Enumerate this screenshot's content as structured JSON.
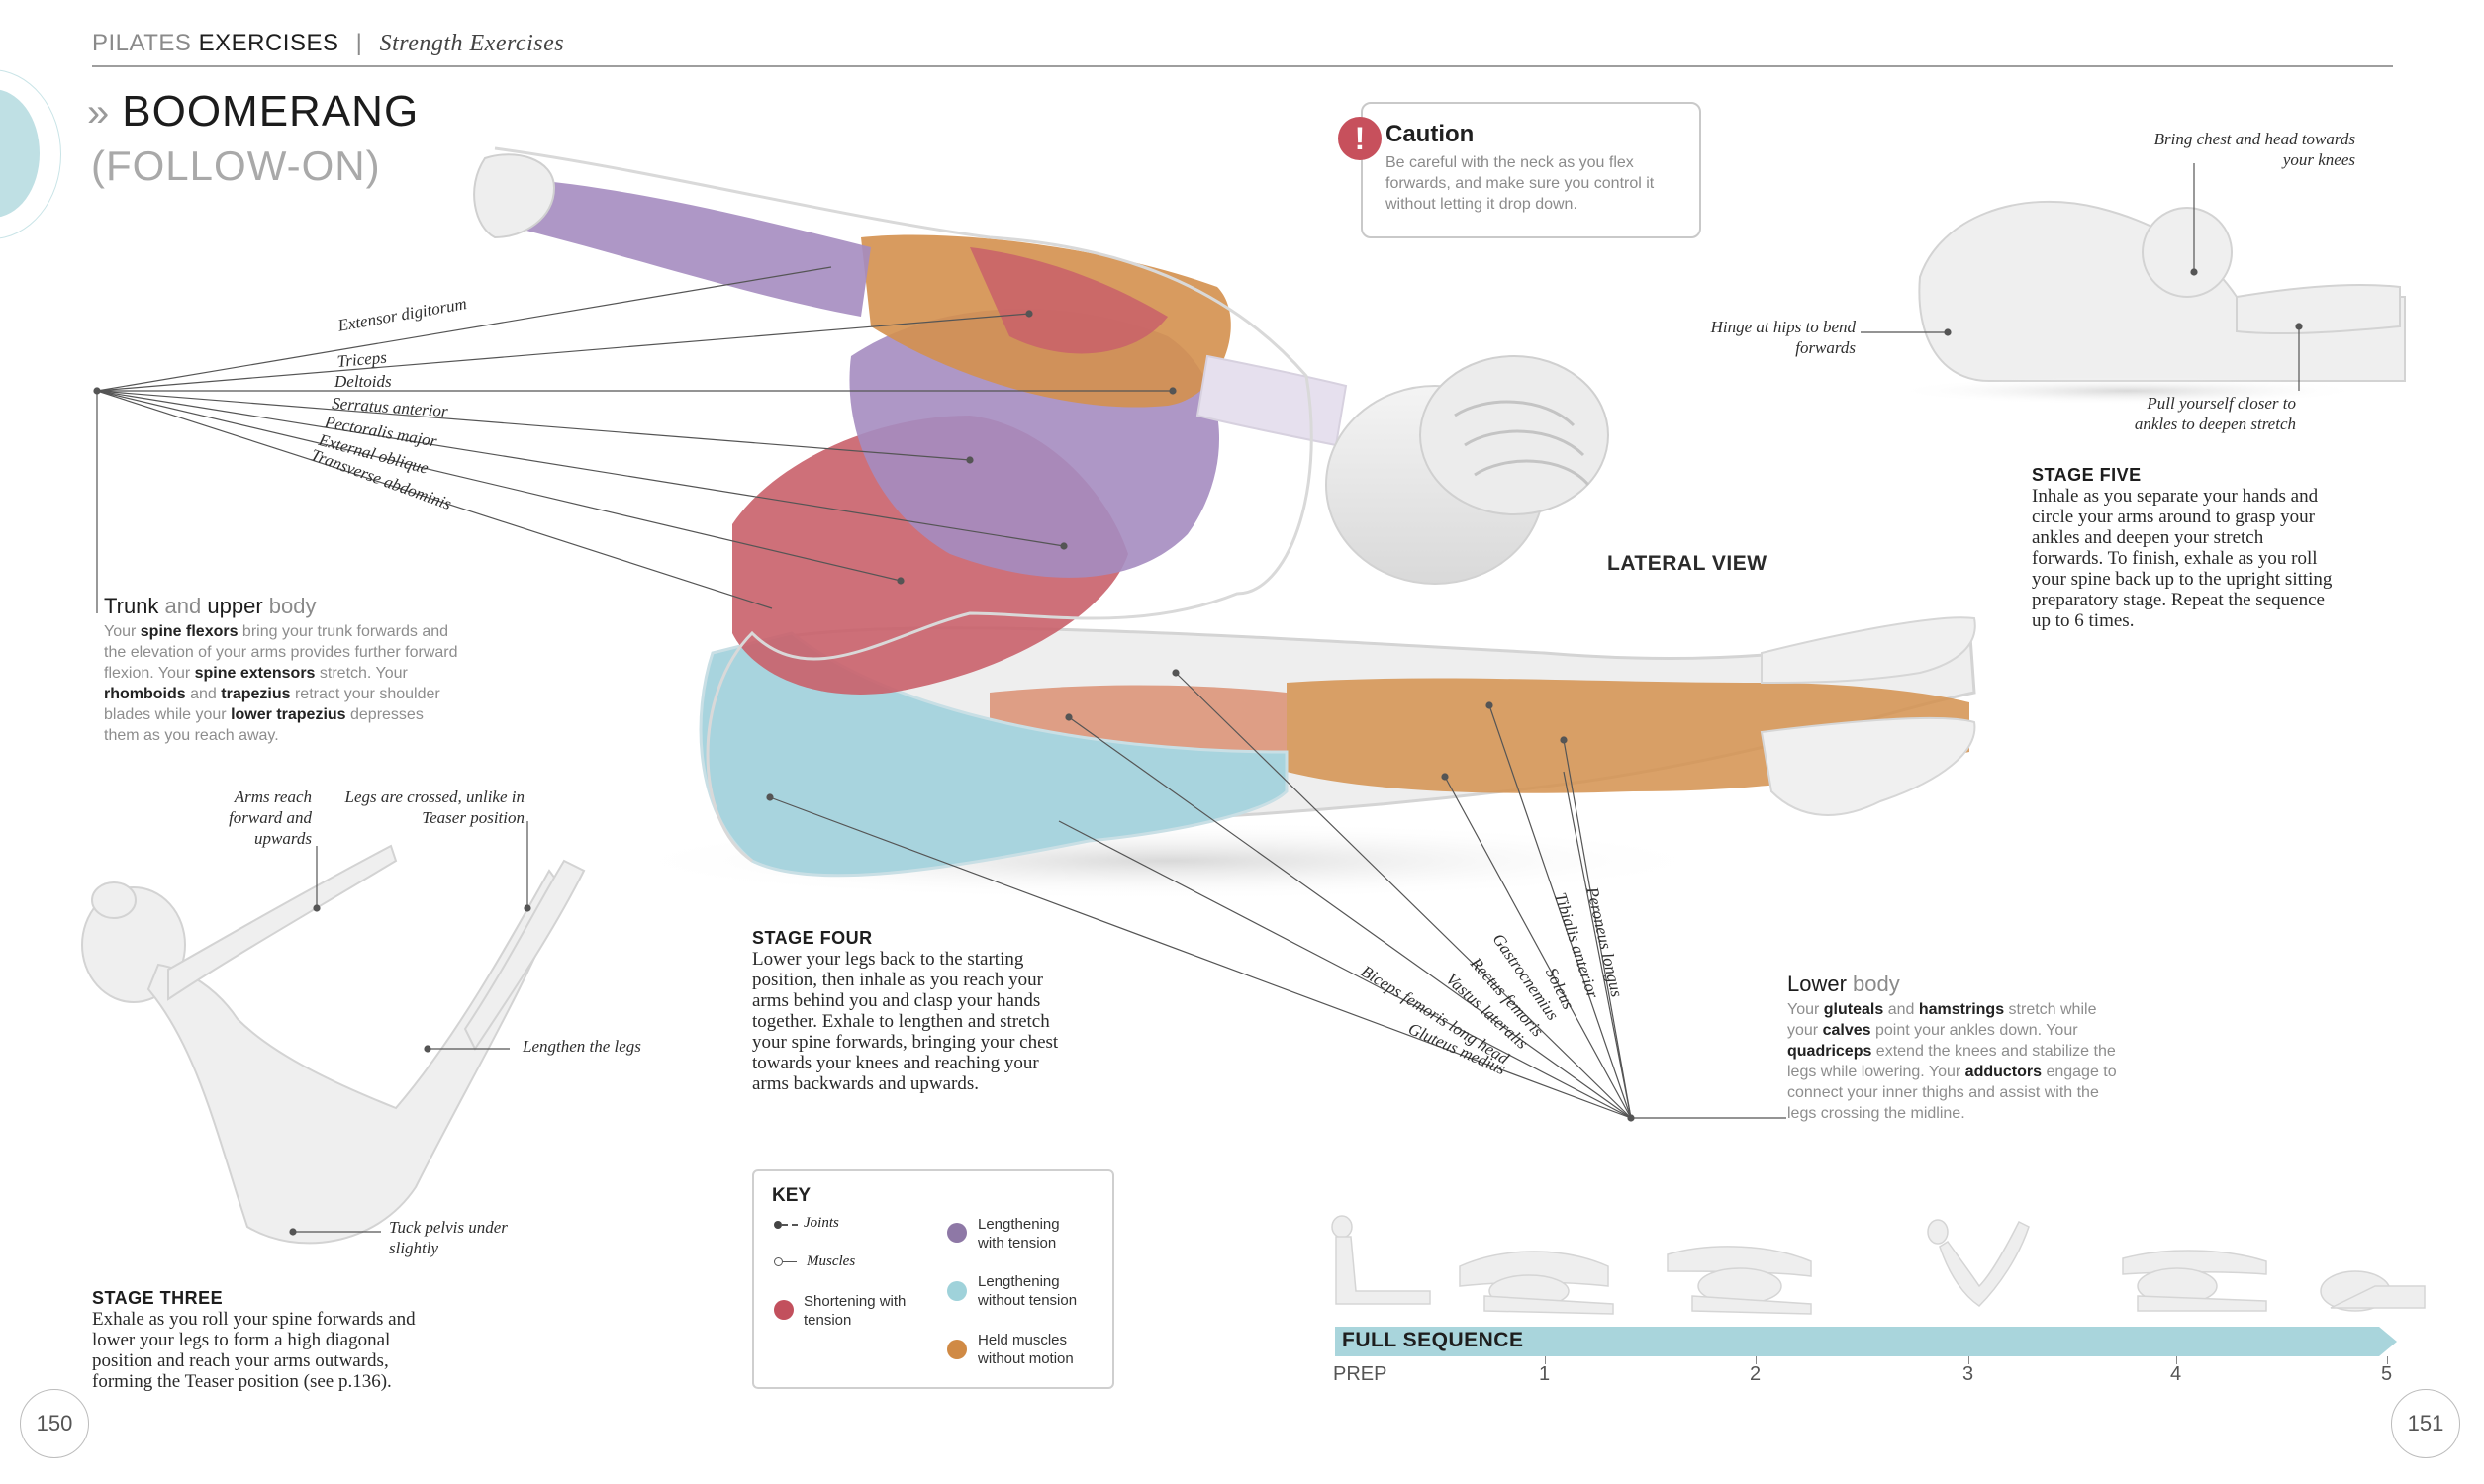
{
  "header": {
    "section_light": "PILATES",
    "section_bold": "EXERCISES",
    "divider": "|",
    "subtitle": "Strength Exercises"
  },
  "title": {
    "chevron": "»",
    "line1": "BOOMERANG",
    "line2": "(FOLLOW-ON)"
  },
  "caution": {
    "icon": "!",
    "title": "Caution",
    "text": "Be careful with the neck as you flex forwards, and make sure you control it without letting it drop down."
  },
  "view_label": "LATERAL VIEW",
  "upper_muscle_labels": [
    "Extensor digitorum",
    "Triceps",
    "Deltoids",
    "Serratus anterior",
    "Pectoralis major",
    "External oblique",
    "Transverse abdominis"
  ],
  "lower_muscle_labels": [
    "Peroneus longus",
    "Tibialis anterior",
    "Soleus",
    "Gastrocnemius",
    "Rectus femoris",
    "Vastus lateralis",
    "Biceps femoris long head",
    "Gluteus medius"
  ],
  "trunk_block": {
    "head_light_1": "Trunk",
    "head_mid": "and",
    "head_light_2": "upper",
    "head_end": "body",
    "body_html": "Your <b>spine flexors</b> bring your trunk forwards and the elevation of your arms provides further forward flexion. Your <b>spine extensors</b> stretch. Your <b>rhomboids</b> and <b>trapezius</b> retract your shoulder blades while your <b>lower trapezius</b> depresses them as you reach away."
  },
  "lower_block": {
    "head_a": "Lower",
    "head_b": "body",
    "body_html": "Your <b>gluteals</b> and <b>hamstrings</b> stretch while your <b>calves</b> point your ankles down. Your <b>quadriceps</b> extend the knees and stabilize the legs while lowering. Your <b>adductors</b> engage to connect your inner thighs and assist with the legs crossing the midline."
  },
  "stage_three": {
    "title": "STAGE THREE",
    "text": "Exhale as you roll your spine forwards and lower your legs to form a high diagonal position and reach your arms outwards, forming the Teaser position (see p.136).",
    "labels": {
      "arms": "Arms reach forward and upwards",
      "legs_crossed": "Legs are crossed, unlike in Teaser position",
      "lengthen": "Lengthen the legs",
      "tuck": "Tuck pelvis under slightly"
    }
  },
  "stage_four": {
    "title": "STAGE FOUR",
    "text": "Lower your legs back to the starting position, then inhale as you reach your arms behind you and clasp your hands together. Exhale to lengthen and stretch your spine forwards, bringing your chest towards your knees and reaching your arms backwards and upwards."
  },
  "stage_five": {
    "title": "STAGE FIVE",
    "text": "Inhale as you separate your hands and circle your arms around to grasp your ankles and deepen your stretch forwards. To finish, exhale as you roll your spine back up to the upright sitting preparatory stage. Repeat the sequence up to 6 times.",
    "labels": {
      "chest": "Bring chest and head towards your knees",
      "hinge": "Hinge at hips to bend forwards",
      "pull": "Pull yourself closer to ankles to deepen stretch"
    }
  },
  "key": {
    "title": "KEY",
    "joints": "Joints",
    "muscles": "Muscles",
    "items": [
      {
        "label": "Shortening with tension",
        "color": "#c2505d"
      },
      {
        "label": "Lengthening with tension",
        "color": "#8e78a6"
      },
      {
        "label": "Lengthening without tension",
        "color": "#9fd2da"
      },
      {
        "label": "Held muscles without motion",
        "color": "#d08a45"
      }
    ]
  },
  "sequence": {
    "title": "FULL SEQUENCE",
    "stages": [
      "PREP",
      "1",
      "2",
      "3",
      "4",
      "5"
    ],
    "current_stage": "4"
  },
  "page_numbers": {
    "left": "150",
    "right": "151"
  },
  "colors": {
    "teal_accent": "#a9d5dc",
    "caution_red": "#c7505c",
    "muscle_red": "#c9606a",
    "muscle_purple": "#a58cc0",
    "muscle_blue": "#a8d4de",
    "muscle_orange": "#d4904e"
  }
}
